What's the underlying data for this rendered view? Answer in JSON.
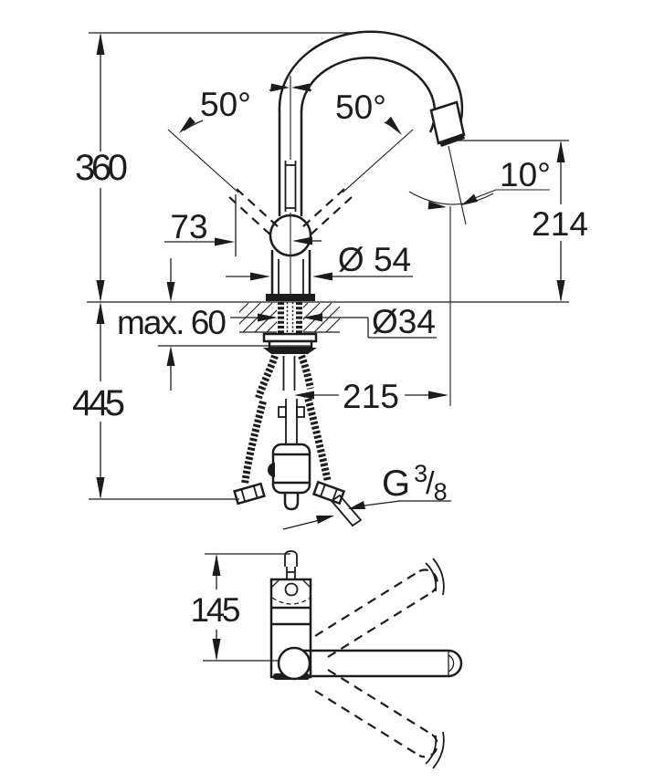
{
  "front_view": {
    "overall_height": "360",
    "below_deck_length": "445",
    "handle_offset": "73",
    "swivel_angle_left": "50°",
    "swivel_angle_right": "50°",
    "spout_tilt_angle": "10°",
    "outlet_height": "214",
    "body_diameter": "Ø 54",
    "mounting_thickness": "max. 60",
    "hole_diameter": "Ø34",
    "spout_reach": "215",
    "thread_prefix": "G",
    "thread_numerator": "3",
    "thread_slash": "/",
    "thread_denominator": "8"
  },
  "plan_view": {
    "spout_depth": "145"
  },
  "colors": {
    "line": "#1c1c1c",
    "background": "#ffffff"
  }
}
